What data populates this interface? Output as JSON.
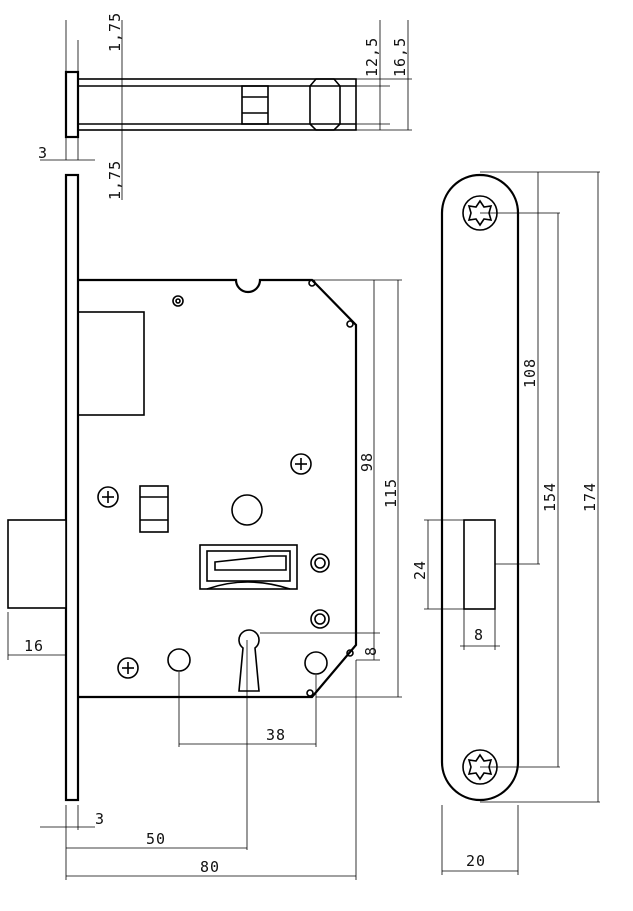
{
  "dimensions": {
    "top_view": {
      "flange_left": "1,75",
      "flange_right": "1,75",
      "faceplate_thickness": "3",
      "bolt_height": "12,5",
      "bolt_total": "16,5"
    },
    "side_view": {
      "latch_projection": "16",
      "faceplate_thickness": "3",
      "center_to_center": "38",
      "backset": "50",
      "case_depth": "80",
      "case_height_inner": "98",
      "case_height": "115",
      "chamfer": "8"
    },
    "front_view": {
      "latch_opening_height": "24",
      "latch_opening_width": "8",
      "screw_to_center": "108",
      "screw_spacing": "154",
      "faceplate_length": "174",
      "faceplate_width": "20"
    }
  }
}
